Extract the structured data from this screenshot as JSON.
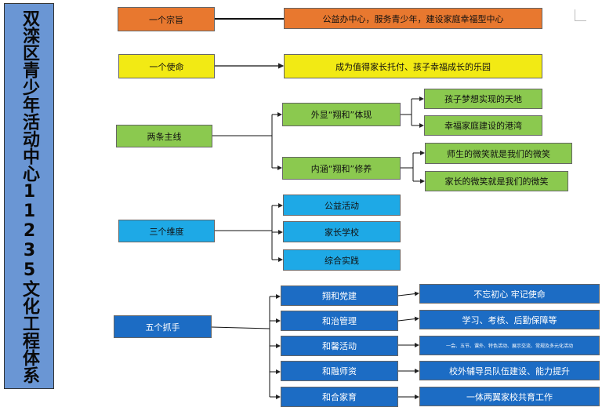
{
  "title": "双滦区青少年活动中心11235文化工程体系",
  "level1": {
    "zongzhi": "一个宗旨",
    "shiming": "一个使命",
    "zhuxian": "两条主线",
    "weidu": "三个维度",
    "zhuashou": "五个抓手"
  },
  "zongzhi_text": "公益办中心，服务青少年，建设家庭幸福型中心",
  "shiming_text": "成为值得家长托付、孩子幸福成长的乐园",
  "zhuxian_branches": [
    {
      "label": "外显“翔和”体现",
      "items": [
        "孩子梦想实现的天地",
        "幸福家庭建设的港湾"
      ]
    },
    {
      "label": "内涵“翔和”修养",
      "items": [
        "师生的微笑就是我们的微笑",
        "家长的微笑就是我们的微笑"
      ]
    }
  ],
  "weidu_items": [
    "公益活动",
    "家长学校",
    "综合实践"
  ],
  "zhuashou_items": [
    {
      "label": "翔和党建",
      "detail": "不忘初心 牢记使命"
    },
    {
      "label": "和治管理",
      "detail": "学习、考核、后勤保障等"
    },
    {
      "label": "和馨活动",
      "detail": "一会、五节、课外、特色活动、展示交流、常规及多元化活动"
    },
    {
      "label": "和融师资",
      "detail": "校外辅导员队伍建设、能力提升"
    },
    {
      "label": "和合家育",
      "detail": "一体两翼家校共育工作"
    }
  ]
}
